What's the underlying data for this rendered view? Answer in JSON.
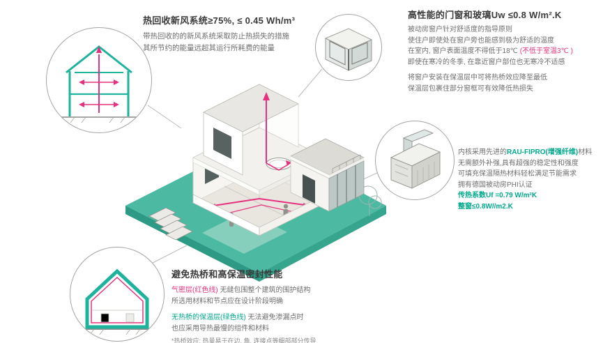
{
  "colors": {
    "teal": "#00a98c",
    "teal_platform": "#4cbaa2",
    "magenta": "#e5317f",
    "title_text": "#3a3a3a",
    "body_text": "#6e6e6e"
  },
  "hvac": {
    "title": "热回收新风系统≥75%, ≤ 0.45 Wh/m³",
    "line1": "带热回收的的新风系统采取防止热损失的措施",
    "line2": "其所节约的能量远超其运行所耗费的能量"
  },
  "windows": {
    "title": "高性能的门窗和玻璃Uw ≤0.8 W/m².K",
    "line1": "被动房窗户针对舒适度的指导原则",
    "line2": "使住户即使处在窗户旁也能感到极为舒适的温度",
    "line3_pre": "在室内, 窗户表面温度不得低于18℃ ",
    "line3_red": "(不低于室温3℃ )",
    "line4": "即使在寒冷的冬季, 在靠近窗户部位也无寒冷不适感",
    "line5": "将窗户安装在保温层中可将热桥效应降至最低",
    "line6": "保温层包裹住部分窗框可有效降低热损失"
  },
  "profile": {
    "line1_pre": "内核采用先进的",
    "line1_green": "RAU-FIPRO(增强纤维)",
    "line1_post": "材料",
    "line2": "无需额外补强,具有超强的稳定性和强度",
    "line3": "可填充保温隔热材料轻松满足节能需求",
    "line4": "拥有德国被动房PHI认证",
    "uf": "传热系数Uf =0.79 W/m²K",
    "uw": "整窗≤0.8W//m2.K"
  },
  "insulation": {
    "title": "避免热桥和高保温密封性能",
    "airtight_label": "气密层(红色线)",
    "airtight_text": " 无缝包围整个建筑的围护结构",
    "airtight_line2": "所选用材料和节点应在设计阶段明确",
    "thermal_label": "无热桥的保温层(绿色线)",
    "thermal_text": " 无法避免渗漏点时",
    "thermal_line2": "也应采用导热最慢的组件和材料",
    "footnote": "*热桥效应: 热量易于在边, 角, 连接点等细部部分传导"
  }
}
